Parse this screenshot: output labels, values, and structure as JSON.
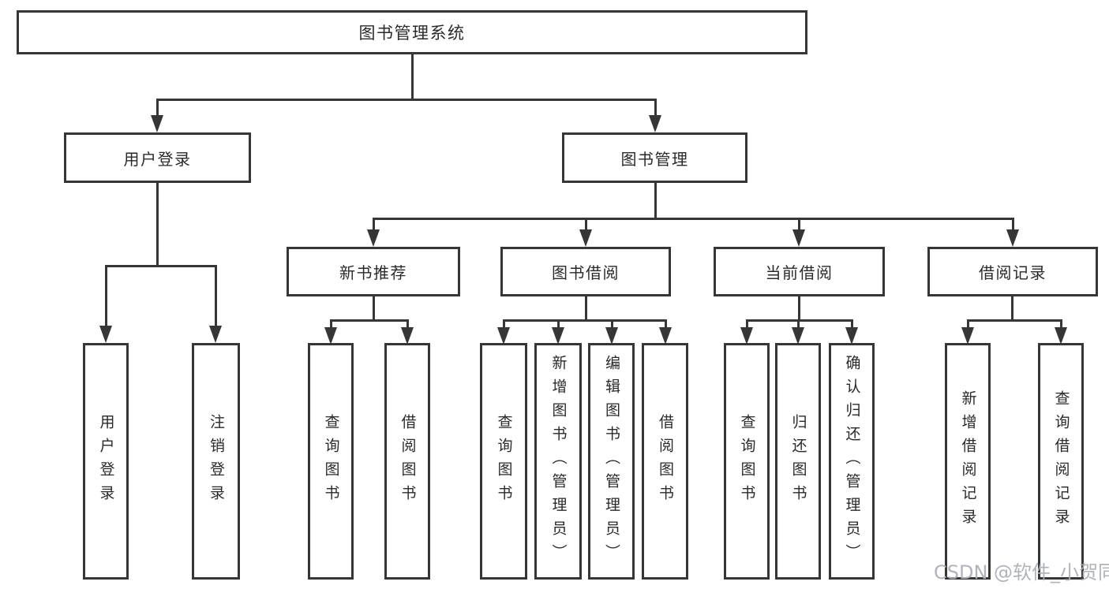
{
  "tree": {
    "root": "图书管理系统",
    "branches": [
      {
        "label": "用户登录",
        "children": [
          "用户登录",
          "注销登录"
        ]
      },
      {
        "label": "图书管理",
        "groups": [
          {
            "label": "新书推荐",
            "children": [
              "查询图书",
              "借阅图书"
            ]
          },
          {
            "label": "图书借阅",
            "children": [
              "查询图书",
              "新增图书（管理员）",
              "编辑图书（管理员）",
              "借阅图书"
            ]
          },
          {
            "label": "当前借阅",
            "children": [
              "查询图书",
              "归还图书",
              "确认归还（管理员）"
            ]
          },
          {
            "label": "借阅记录",
            "children": [
              "新增借阅记录",
              "查询借阅记录"
            ]
          }
        ]
      }
    ]
  },
  "watermark": {
    "text": "CSDN @软件_小贺同学"
  },
  "colors": {
    "line": "#363636",
    "text": "#2a2a2a",
    "background": "#ffffff",
    "watermark": "#acb0b6"
  }
}
